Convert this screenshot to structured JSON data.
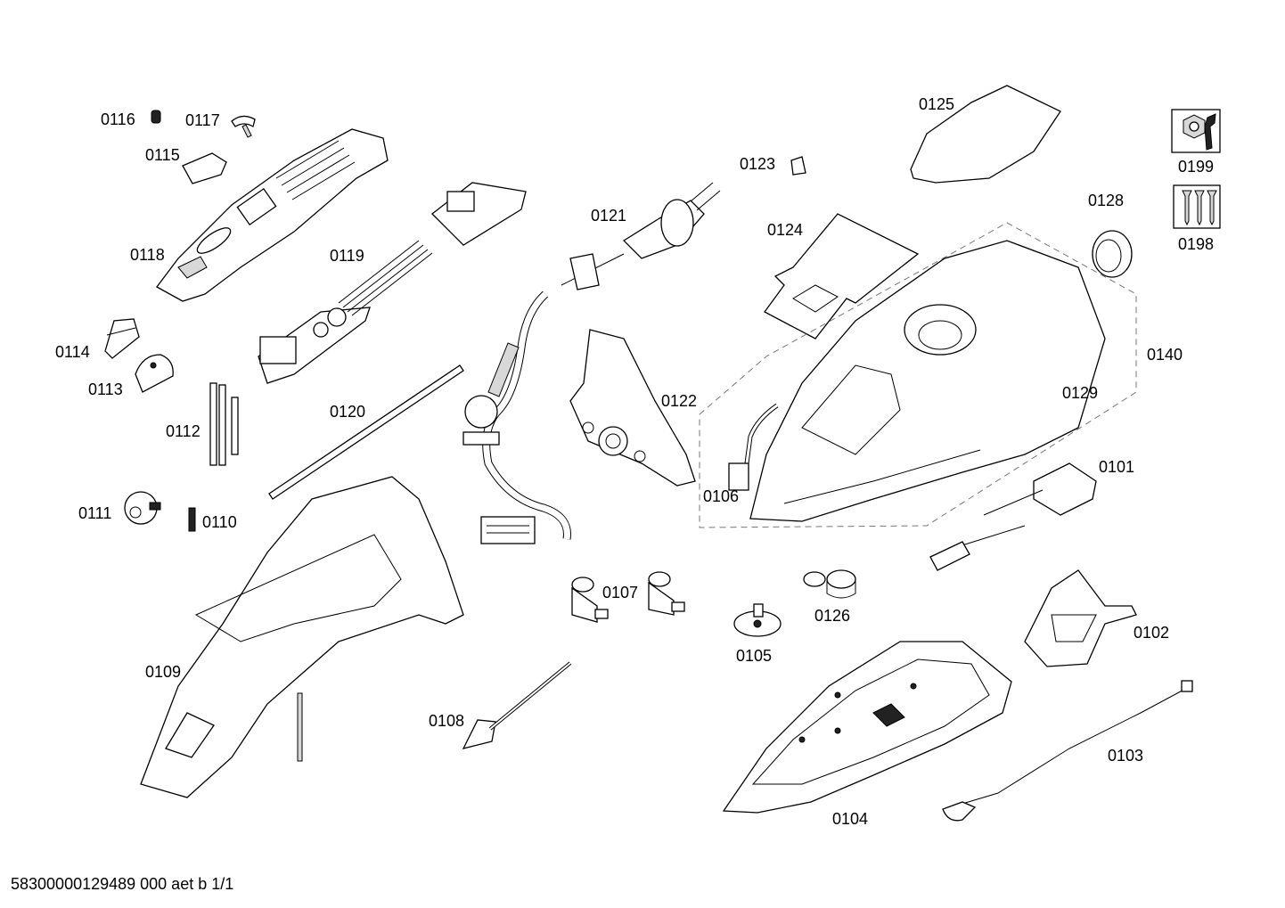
{
  "footer": "58300000129489 000 aet b 1/1",
  "labels": {
    "p0101": "0101",
    "p0102": "0102",
    "p0103": "0103",
    "p0104": "0104",
    "p0105": "0105",
    "p0106": "0106",
    "p0107": "0107",
    "p0108": "0108",
    "p0109": "0109",
    "p0110": "0110",
    "p0111": "0111",
    "p0112": "0112",
    "p0113": "0113",
    "p0114": "0114",
    "p0115": "0115",
    "p0116": "0116",
    "p0117": "0117",
    "p0118": "0118",
    "p0119": "0119",
    "p0120": "0120",
    "p0121": "0121",
    "p0122": "0122",
    "p0123": "0123",
    "p0124": "0124",
    "p0125": "0125",
    "p0126": "0126",
    "p0128": "0128",
    "p0129": "0129",
    "p0140": "0140",
    "p0198": "0198",
    "p0199": "0199"
  },
  "icons": {
    "p0199": "wrench-nut-icon",
    "p0198": "screws-icon"
  }
}
